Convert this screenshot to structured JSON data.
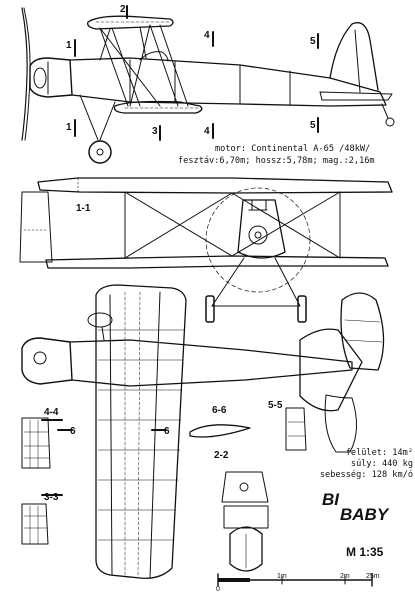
{
  "specs": {
    "engine": "motor: Continental A-65 /48kW/",
    "dimensions": "fesztáv:6,70m; hossz:5,78m; mag.:2,16m"
  },
  "stats": {
    "area": "felület: 14m²",
    "weight": "súly: 440 kg",
    "speed": "sebesség: 128 km/ó"
  },
  "title": {
    "line1": "BI",
    "line2": "BABY"
  },
  "scale": {
    "ratio": "M 1:35",
    "ticks": [
      "0",
      "1m",
      "2m",
      "25m"
    ]
  },
  "sections": {
    "s1": "1",
    "s2": "2",
    "s3": "3",
    "s4": "4",
    "s5": "5",
    "s11": "1-1",
    "s22": "2-2",
    "s33": "3-3",
    "s44": "4-4",
    "s55": "5-5",
    "s66": "6-6",
    "s6a": "6",
    "s6b": "6"
  }
}
